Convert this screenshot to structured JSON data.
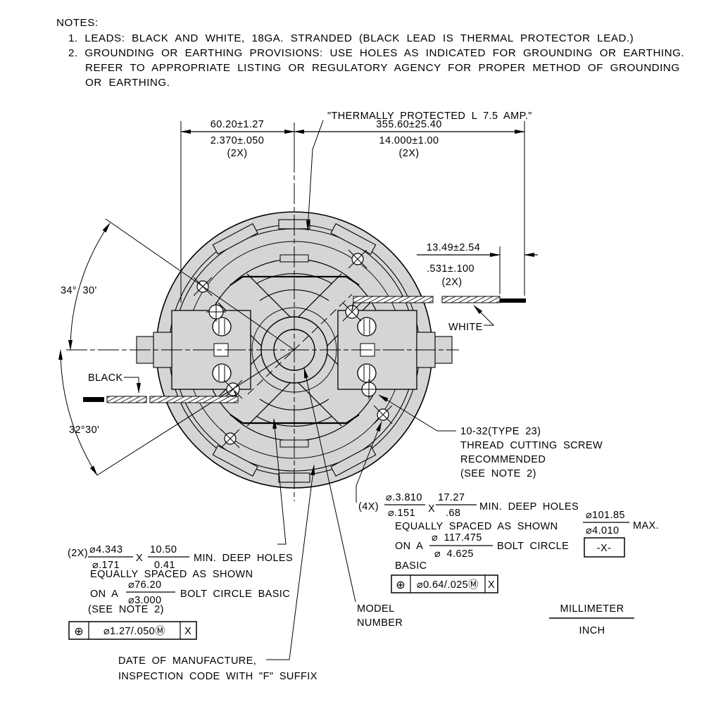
{
  "notes": {
    "title": "NOTES:",
    "line1": "1. LEADS: BLACK AND WHITE, 18GA. STRANDED (BLACK LEAD IS THERMAL PROTECTOR LEAD.)",
    "line2a": "2. GROUNDING OR EARTHING PROVISIONS: USE HOLES AS INDICATED FOR GROUNDING OR EARTHING.",
    "line2b": "REFER TO APPROPRIATE LISTING OR REGULATORY AGENCY FOR PROPER METHOD OF GROUNDING",
    "line2c": "OR EARTHING."
  },
  "thermal_label": "\"THERMALLY PROTECTED L 7.5 AMP.\"",
  "dims": {
    "d1": {
      "mm": "60.20±1.27",
      "inch": "2.370±.050",
      "qty": "(2X)"
    },
    "d2": {
      "mm": "355.60±25.40",
      "inch": "14.000±1.00",
      "qty": "(2X)"
    },
    "d3": {
      "mm": "13.49±2.54",
      "inch": ".531±.100",
      "qty": "(2X)"
    },
    "angle_upper": "34° 30'",
    "angle_lower": "32°30'"
  },
  "leads": {
    "white": "WHITE",
    "black": "BLACK"
  },
  "screw_note": {
    "l1": "10-32(TYPE 23)",
    "l2": "THREAD CUTTING SCREW",
    "l3": "RECOMMENDED",
    "l4": "(SEE NOTE 2)"
  },
  "note4x": {
    "qty": "(4X)",
    "hole_mm": "⌀.3.810",
    "hole_in": "⌀.151",
    "x": "X",
    "depth_mm": "17.27",
    "depth_in": ".68",
    "tail": "MIN. DEEP HOLES",
    "l2": "EQUALLY SPACED AS SHOWN",
    "l3a": "ON A",
    "bc_mm": "⌀ 117.475",
    "bc_in": "⌀ 4.625",
    "l3b": "BOLT CIRCLE",
    "l4": "BASIC",
    "fcf": {
      "sym": "⊕",
      "tol": "⌀0.64/.025Ⓜ",
      "datum": "X"
    }
  },
  "note2x": {
    "qty": "(2X)",
    "hole_mm": "⌀4.343",
    "hole_in": "⌀.171",
    "x": "X",
    "depth_mm": "10.50",
    "depth_in": "0.41",
    "tail": "MIN. DEEP HOLES",
    "l2": "EQUALLY SPACED AS SHOWN",
    "l3a": "ON A",
    "bc_mm": "⌀76.20",
    "bc_in": "⌀3.000",
    "l3b": "BOLT CIRCLE BASIC",
    "l4": "(SEE NOTE 2)",
    "fcf": {
      "sym": "⊕",
      "tol": "⌀1.27/.050Ⓜ",
      "datum": "X"
    }
  },
  "dia_max": {
    "mm": "⌀101.85",
    "inch": "⌀4.010",
    "suffix": "MAX.",
    "datum": "-X-"
  },
  "model_label": {
    "l1": "MODEL",
    "l2": "NUMBER"
  },
  "date_label": {
    "l1": "DATE OF MANUFACTURE,",
    "l2": "INSPECTION CODE WITH \"F\" SUFFIX"
  },
  "units": {
    "numerator": "MILLIMETER",
    "denominator": "INCH"
  },
  "colors": {
    "housing": "#d5d5d5",
    "ink": "#000000",
    "background": "#ffffff"
  }
}
